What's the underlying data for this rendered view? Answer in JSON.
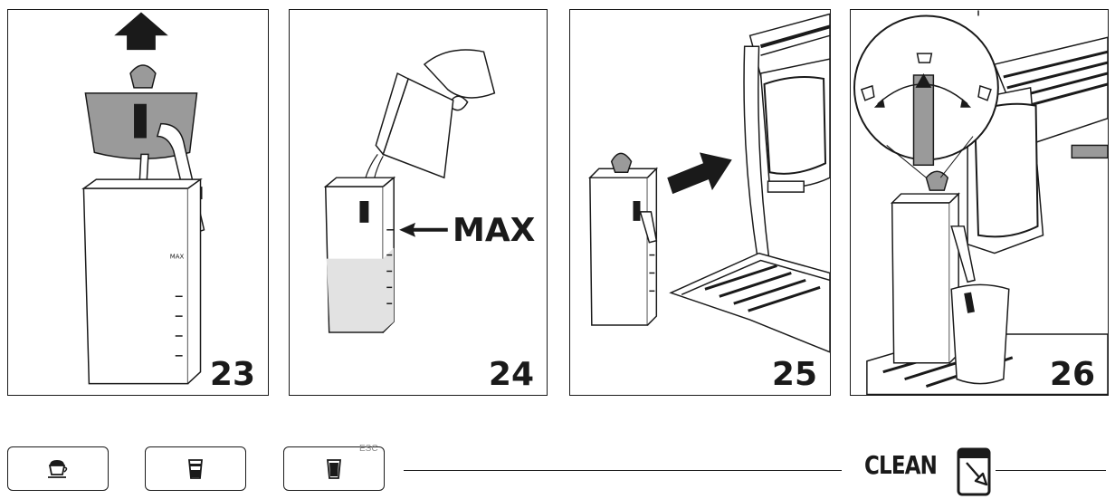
{
  "panels": [
    {
      "number": "23"
    },
    {
      "number": "24",
      "max_label": "MAX"
    },
    {
      "number": "25"
    },
    {
      "number": "26"
    }
  ],
  "buttons": {
    "cappuccino_icon": "cup-with-foam-icon",
    "latte_icon": "glass-layered-icon",
    "milk_icon": "glass-icon",
    "esc_label": "ESC"
  },
  "clean": {
    "label": "CLEAN",
    "icon": "carafe-clean-icon"
  },
  "colors": {
    "line": "#1a1a1a",
    "tank_grey": "#9a9a9a",
    "milk_grey": "#e2e2e2"
  }
}
